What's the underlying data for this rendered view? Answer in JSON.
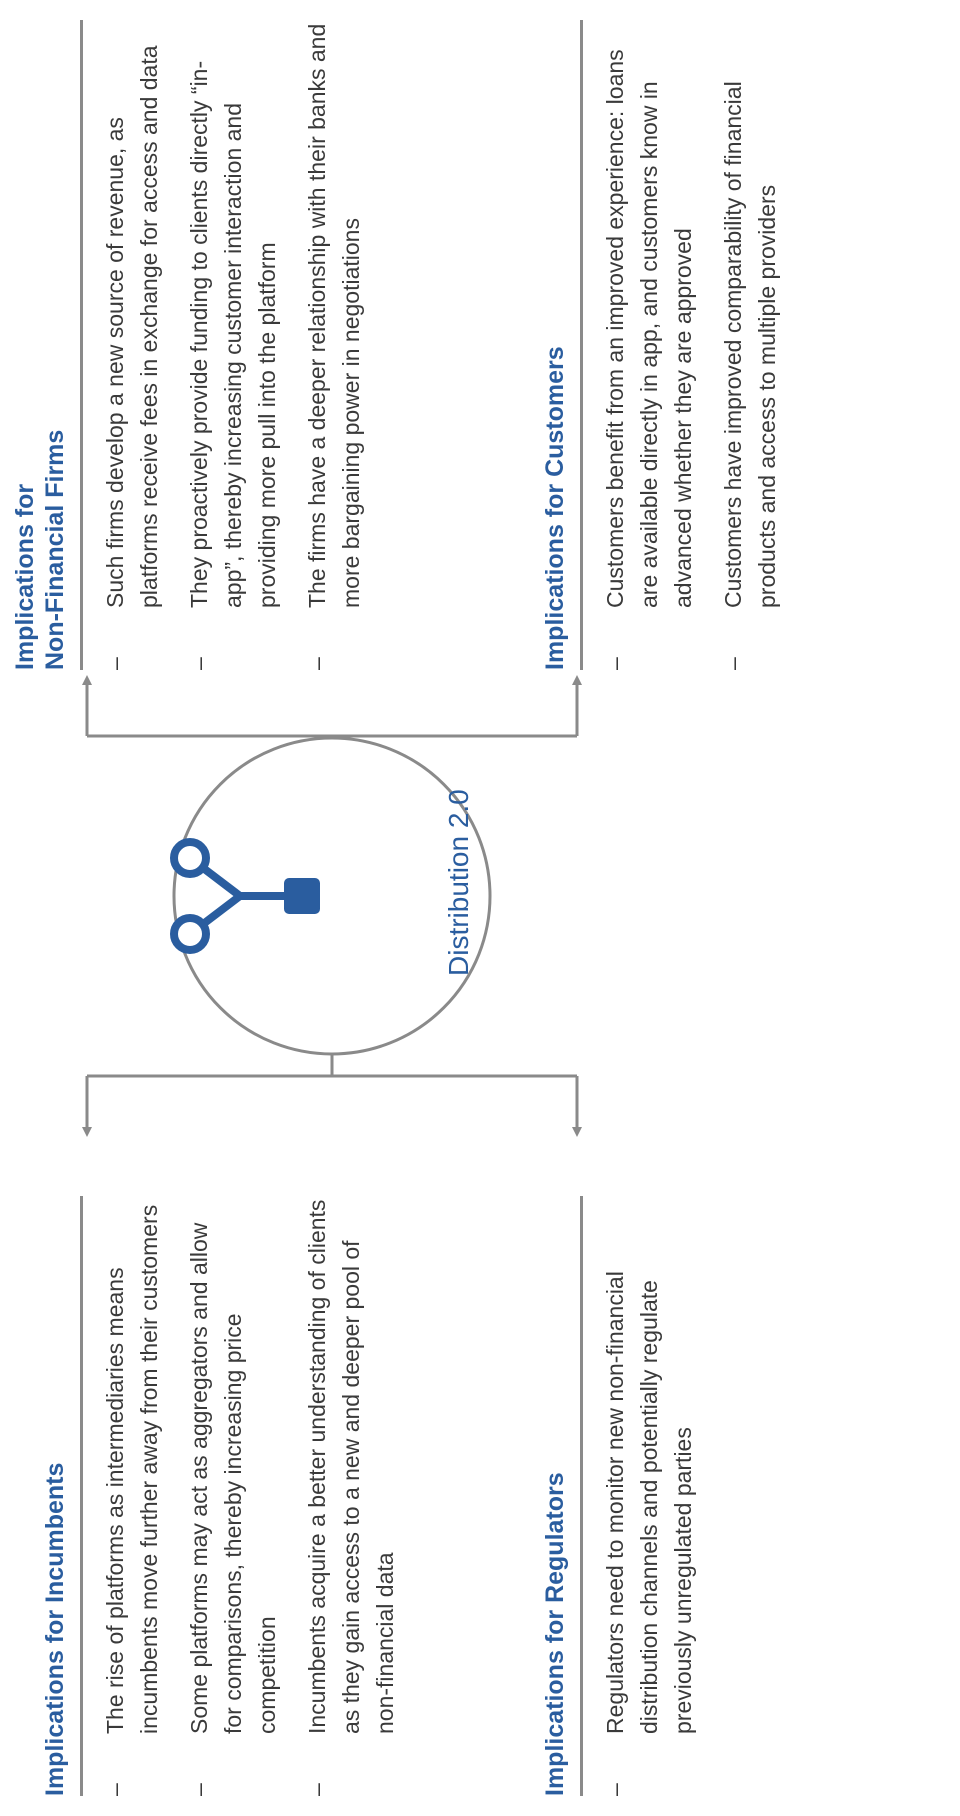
{
  "hub": {
    "label": "Distribution 2.0",
    "icon": "fork-branch-icon",
    "icon_color": "#2a5d9f",
    "outline_color": "#8a8a8a"
  },
  "panels": {
    "incumbents": {
      "title": "Implications for Incumbents",
      "bullets": [
        "The rise of platforms as intermediaries means incumbents move further away from their customers",
        "Some platforms may act as aggregators and allow for comparisons, thereby increasing price competition",
        "Incumbents acquire a better understanding of clients as they gain access to a new and deeper pool of non-financial data"
      ]
    },
    "non_financial_firms": {
      "title_line1": "Implications for",
      "title_line2": "Non-Financial Firms",
      "bullets": [
        "Such firms develop a new source of revenue, as platforms receive fees in exchange for access and data",
        "They proactively provide funding to clients directly “in-app”, thereby increasing customer interaction and providing more pull into the platform",
        "The firms have a deeper relationship with their banks and more bargaining power in negotiations"
      ]
    },
    "regulators": {
      "title": "Implications for Regulators",
      "bullets": [
        "Regulators need to monitor new non-financial distribution channels and potentially regulate previously unregulated parties"
      ]
    },
    "customers": {
      "title": "Implications for Customers",
      "bullets": [
        "Customers benefit from an improved experience: loans are available directly in app, and customers know in advanced whether they are approved",
        "Customers have improved comparability of financial products and access to multiple providers"
      ]
    }
  },
  "colors": {
    "title_blue": "#2a5d9f",
    "body_text": "#3a3a3a",
    "connector_gray": "#8a8a8a"
  }
}
